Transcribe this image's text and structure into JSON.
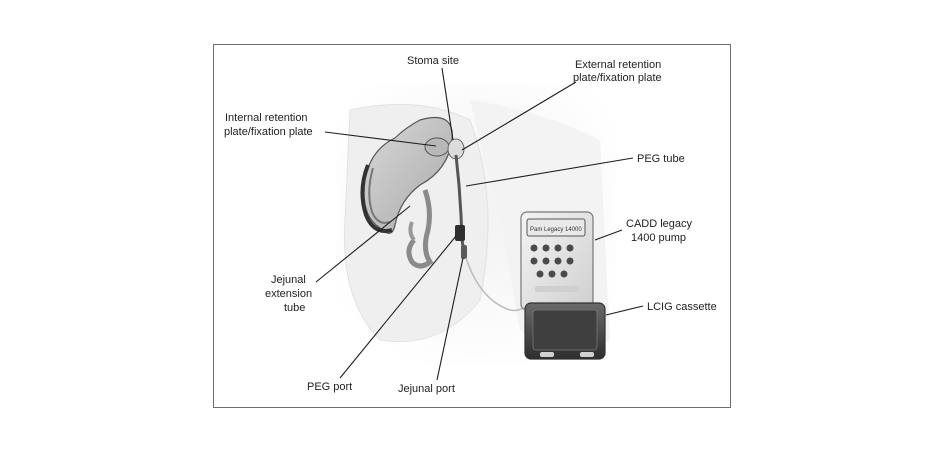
{
  "labels": {
    "stoma_site": "Stoma site",
    "external_retention_1": "External retention",
    "external_retention_2": "plate/fixation plate",
    "internal_retention_1": "Internal retention",
    "internal_retention_2": "plate/fixation plate",
    "peg_tube": "PEG tube",
    "cadd_1": "CADD legacy",
    "cadd_2": "1400 pump",
    "jejunal_ext_1": "Jejunal",
    "jejunal_ext_2": "extension",
    "jejunal_ext_3": "tube",
    "lcig_cassette": "LCIG cassette",
    "peg_port": "PEG port",
    "jejunal_port": "Jejunal port"
  },
  "pump_screen_text": "Pam Legacy 14000"
}
